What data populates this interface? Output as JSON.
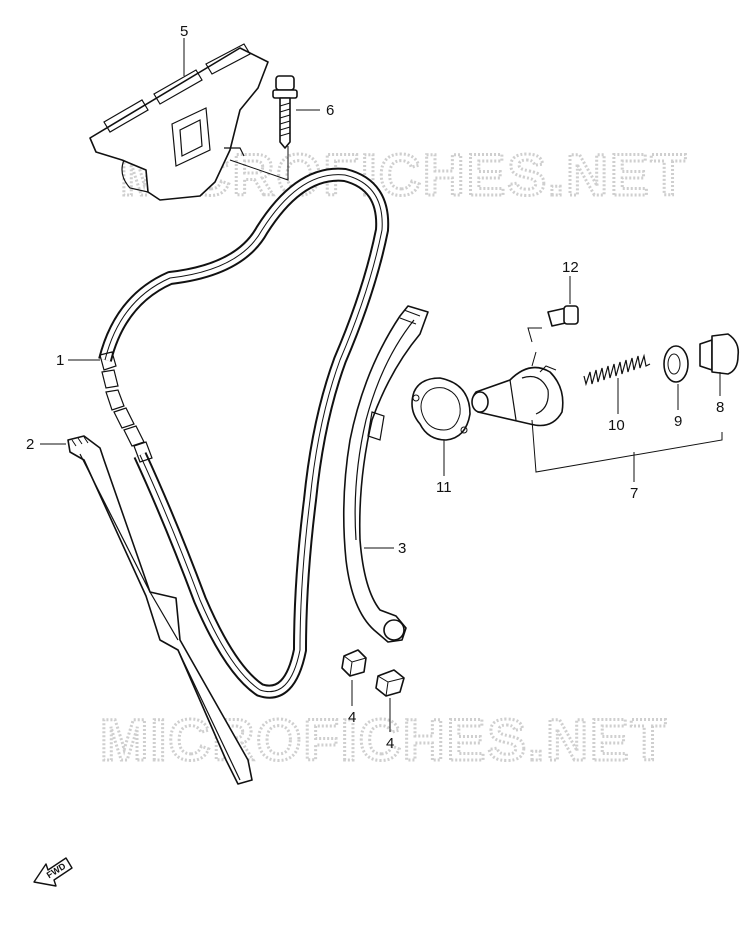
{
  "watermarks": [
    "MICROFICHES.NET",
    "MICROFICHES.NET"
  ],
  "direction_badge": "FWD",
  "callouts": {
    "p1": "1",
    "p2": "2",
    "p3": "3",
    "p4a": "4",
    "p4b": "4",
    "p5": "5",
    "p6": "6",
    "p7": "7",
    "p8": "8",
    "p9": "9",
    "p10": "10",
    "p11": "11",
    "p12": "12"
  }
}
